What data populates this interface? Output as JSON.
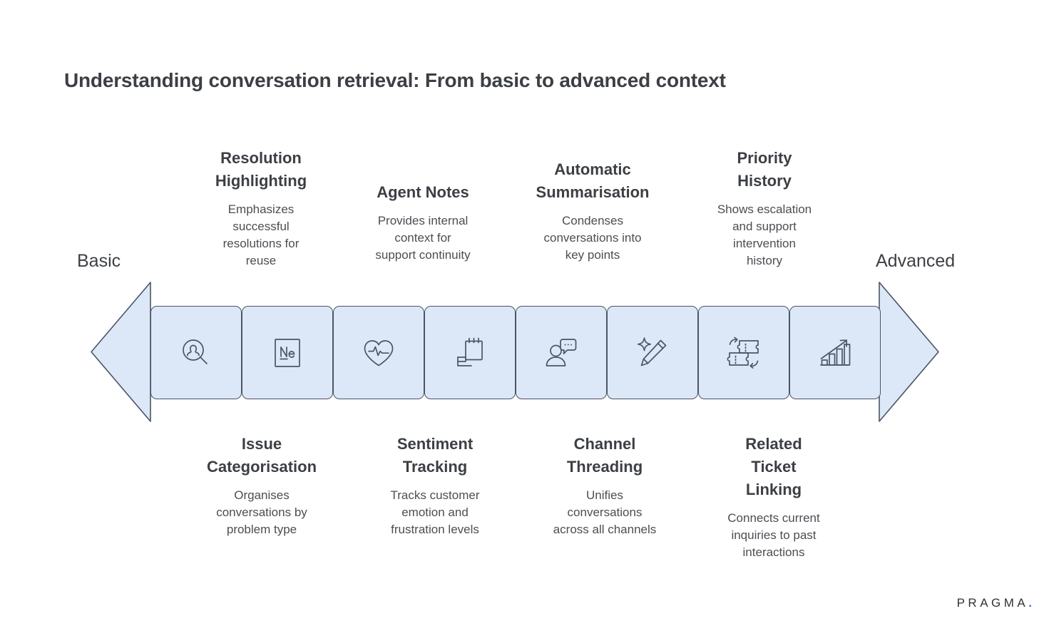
{
  "title": "Understanding conversation retrieval: From basic to advanced context",
  "scale": {
    "left_label": "Basic",
    "right_label": "Advanced"
  },
  "brand": {
    "name": "PRAGMA",
    "dot": ".",
    "dot_color": "#3c6fe0"
  },
  "colors": {
    "cell_fill": "#dce7f8",
    "cell_stroke": "#4a5566",
    "icon_stroke": "#4a5566",
    "text": "#3c3f44",
    "accent": "#3c6fe0"
  },
  "stages": [
    {
      "index": 1,
      "icon": "user-search-icon",
      "position": "bottom",
      "title": "Issue\nCategorisation",
      "title_lines": [
        "Issue",
        "Categorisation"
      ],
      "description": "Organises conversations by problem type",
      "desc_lines": [
        "Organises",
        "conversations by",
        "problem type"
      ]
    },
    {
      "index": 2,
      "icon": "notes-box-icon",
      "position": "top",
      "title": "Resolution\nHighlighting",
      "title_lines": [
        "Resolution",
        "Highlighting"
      ],
      "description": "Emphasizes successful resolutions for reuse",
      "desc_lines": [
        "Emphasizes",
        "successful",
        "resolutions for",
        "reuse"
      ]
    },
    {
      "index": 3,
      "icon": "heart-pulse-icon",
      "position": "bottom",
      "title": "Sentiment\nTracking",
      "title_lines": [
        "Sentiment",
        "Tracking"
      ],
      "description": "Tracks customer emotion and frustration levels",
      "desc_lines": [
        "Tracks customer",
        "emotion and",
        "frustration levels"
      ]
    },
    {
      "index": 4,
      "icon": "notepad-flag-icon",
      "position": "top",
      "title": "Agent Notes",
      "title_lines": [
        "Agent Notes"
      ],
      "description": "Provides internal context for support continuity",
      "desc_lines": [
        "Provides internal",
        "context for",
        "support continuity"
      ]
    },
    {
      "index": 5,
      "icon": "person-speech-bubble-icon",
      "position": "bottom",
      "title": "Channel\nThreading",
      "title_lines": [
        "Channel",
        "Threading"
      ],
      "description": "Unifies conversations across all channels",
      "desc_lines": [
        "Unifies",
        "conversations",
        "across all channels"
      ]
    },
    {
      "index": 6,
      "icon": "sparkle-pencil-icon",
      "position": "top",
      "title": "Automatic\nSummarisation",
      "title_lines": [
        "Automatic",
        "Summarisation"
      ],
      "description": "Condenses conversations into key points",
      "desc_lines": [
        "Condenses",
        "conversations into",
        "key points"
      ]
    },
    {
      "index": 7,
      "icon": "linked-tickets-icon",
      "position": "bottom",
      "title": "Related\nTicket\nLinking",
      "title_lines": [
        "Related",
        "Ticket",
        "Linking"
      ],
      "description": "Connects current inquiries to past interactions",
      "desc_lines": [
        "Connects current",
        "inquiries to past",
        "interactions"
      ]
    },
    {
      "index": 8,
      "icon": "growth-chart-icon",
      "position": "top",
      "title": "Priority\nHistory",
      "title_lines": [
        "Priority",
        "History"
      ],
      "description": "Shows escalation and support intervention history",
      "desc_lines": [
        "Shows escalation",
        "and support",
        "intervention",
        "history"
      ]
    }
  ],
  "top_features": [
    {
      "title_lines": [
        "Resolution",
        "Highlighting"
      ],
      "desc_lines": [
        "Emphasizes",
        "successful",
        "resolutions for",
        "reuse"
      ]
    },
    {
      "title_lines": [
        "Agent Notes"
      ],
      "desc_lines": [
        "Provides internal",
        "context for",
        "support continuity"
      ]
    },
    {
      "title_lines": [
        "Automatic",
        "Summarisation"
      ],
      "desc_lines": [
        "Condenses",
        "conversations into",
        "key points"
      ]
    },
    {
      "title_lines": [
        "Priority",
        "History"
      ],
      "desc_lines": [
        "Shows escalation",
        "and support",
        "intervention",
        "history"
      ]
    }
  ],
  "bottom_features": [
    {
      "title_lines": [
        "Issue",
        "Categorisation"
      ],
      "desc_lines": [
        "Organises",
        "conversations by",
        "problem type"
      ]
    },
    {
      "title_lines": [
        "Sentiment",
        "Tracking"
      ],
      "desc_lines": [
        "Tracks customer",
        "emotion and",
        "frustration levels"
      ]
    },
    {
      "title_lines": [
        "Channel",
        "Threading"
      ],
      "desc_lines": [
        "Unifies",
        "conversations",
        "across all channels"
      ]
    },
    {
      "title_lines": [
        "Related",
        "Ticket",
        "Linking"
      ],
      "desc_lines": [
        "Connects current",
        "inquiries to past",
        "interactions"
      ]
    }
  ]
}
